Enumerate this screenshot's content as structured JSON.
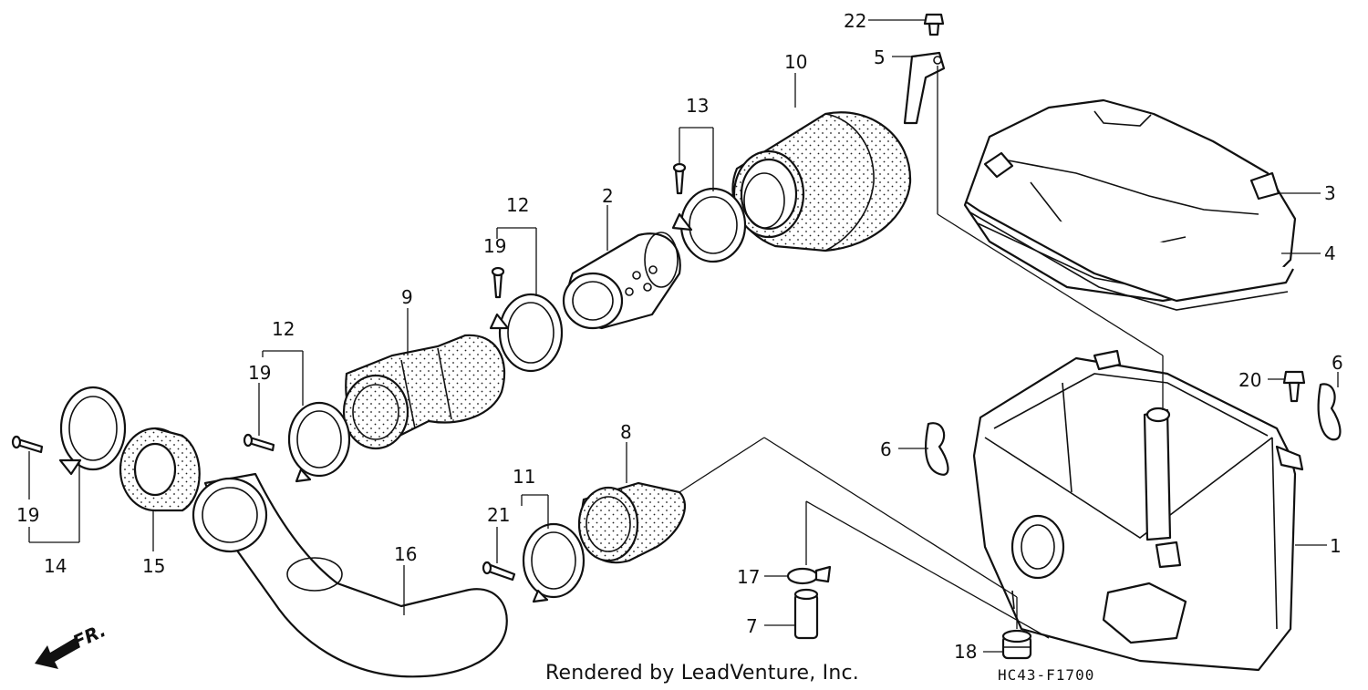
{
  "callouts": {
    "c1": "1",
    "c2": "2",
    "c3": "3",
    "c4": "4",
    "c5": "5",
    "c6a": "6",
    "c6b": "6",
    "c7": "7",
    "c8": "8",
    "c9": "9",
    "c10": "10",
    "c11": "11",
    "c12a": "12",
    "c12b": "12",
    "c13": "13",
    "c14": "14",
    "c15": "15",
    "c16": "16",
    "c17": "17",
    "c18": "18",
    "c19a": "19",
    "c19b": "19",
    "c19c": "19",
    "c20": "20",
    "c21": "21",
    "c22": "22"
  },
  "direction_label": "FR.",
  "credit": "Rendered by LeadVenture, Inc.",
  "diagram_code": "HC43-F1700"
}
